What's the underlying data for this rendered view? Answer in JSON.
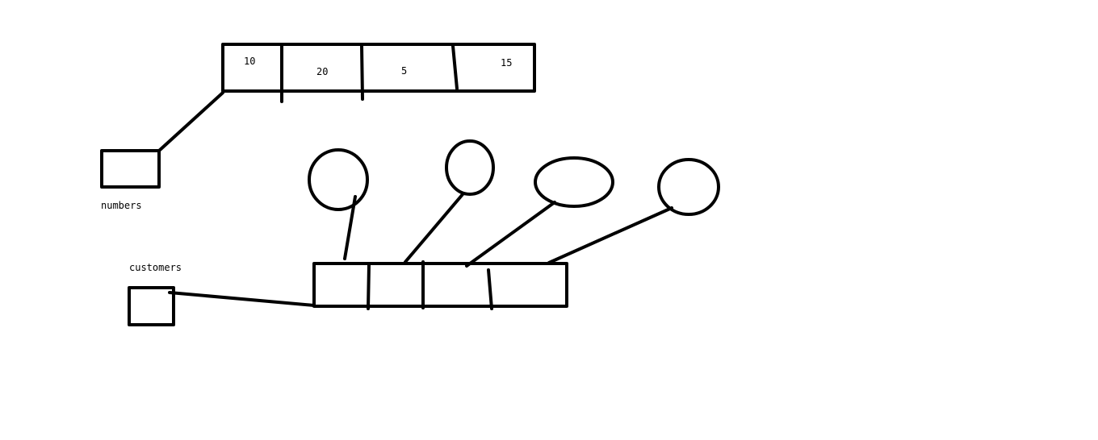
{
  "numbers_array": {
    "values": [
      "10",
      "20",
      "5",
      "15"
    ]
  },
  "numbers_variable": {
    "label": "numbers"
  },
  "customers_variable": {
    "label": "customers"
  },
  "customers_array": {
    "slot_count": 4,
    "object_count": 4
  },
  "colors": {
    "ink": "#000000",
    "background": "#ffffff"
  }
}
